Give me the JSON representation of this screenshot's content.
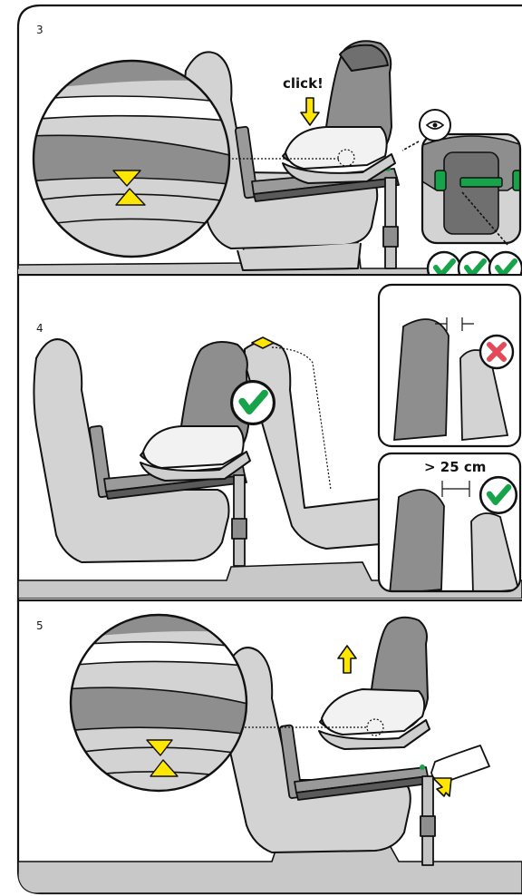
{
  "steps": [
    {
      "number": "3",
      "callout": "click!"
    },
    {
      "number": "4",
      "distance_label": "> 25 cm"
    },
    {
      "number": "5"
    }
  ],
  "colors": {
    "outline": "#111111",
    "seat_fill": "#d3d3d3",
    "seat_dark": "#8e8e8e",
    "seat_darker": "#6f6f6f",
    "floor": "#c8c8c8",
    "white": "#ffffff",
    "yellow": "#ffe600",
    "green": "#16a34a",
    "red": "#e24a5a"
  },
  "icons": [
    "check-icon",
    "cross-icon",
    "arrow-icon",
    "eye-icon"
  ]
}
